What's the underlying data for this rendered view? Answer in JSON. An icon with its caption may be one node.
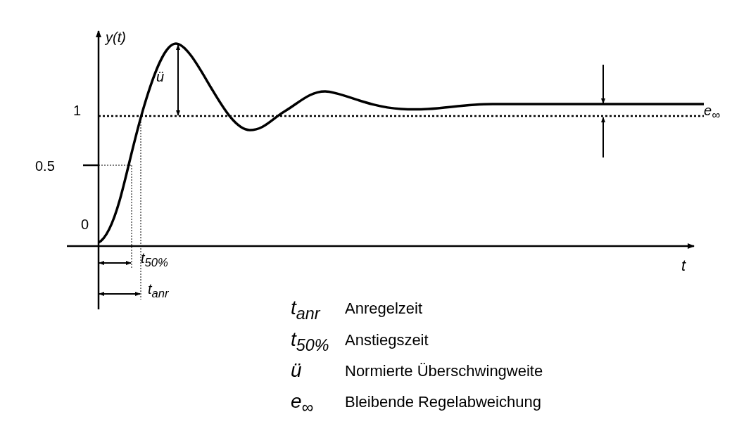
{
  "diagram": {
    "labels": [
      "y(t)",
      "ü",
      "1",
      "e$_{∞}$",
      "0.5",
      "0",
      "t$_{50%}$",
      "t",
      "t$_{anr}$",
      "t$_{anr}$",
      "Anregelzeit",
      "t$_{50%}$",
      "Anstiegszeit",
      "ü",
      "Normierte Überschwingweite",
      "e$_{∞}$",
      "Bleibende Regelabweichung"
    ]
  }
}
